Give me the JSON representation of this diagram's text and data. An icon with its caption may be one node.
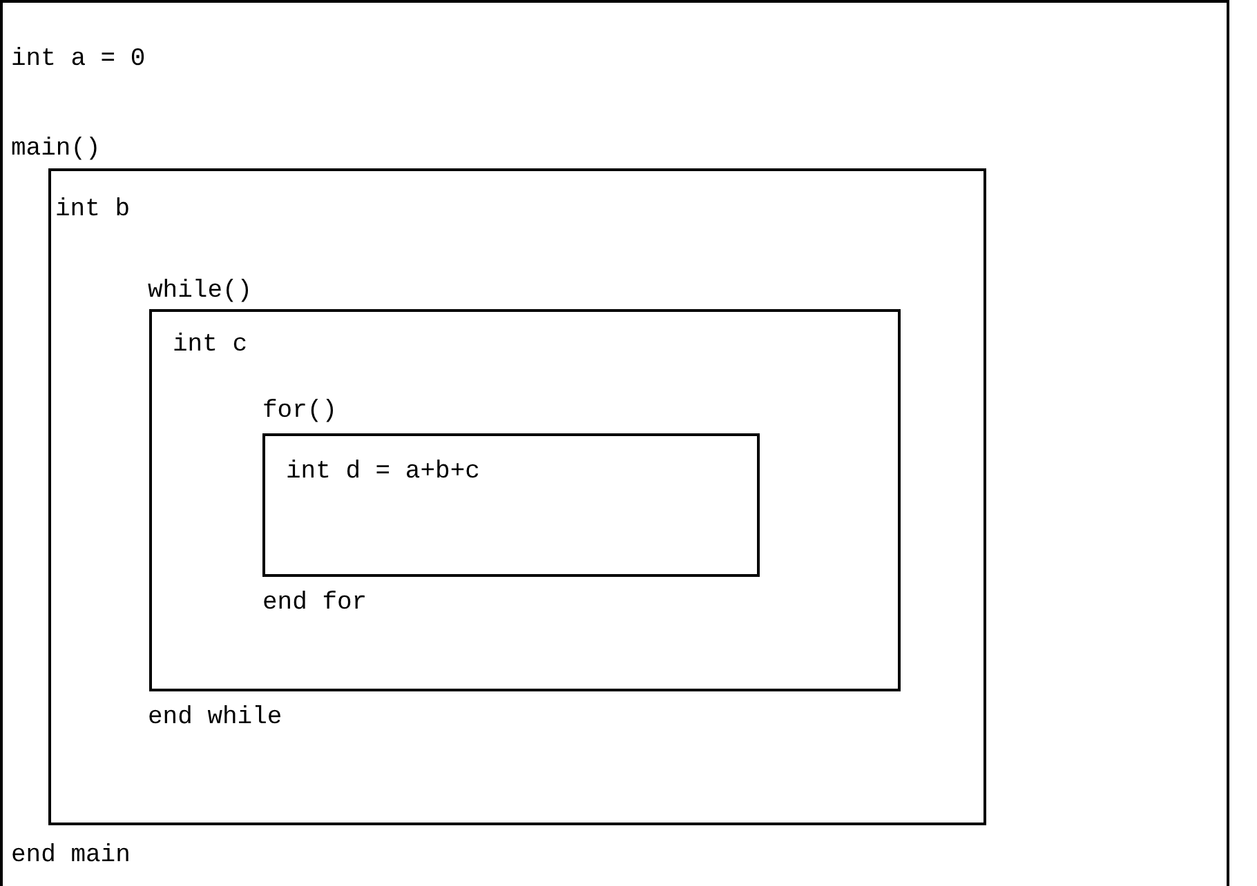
{
  "diagram": {
    "nodes": [
      {
        "text": [
          "int a = 0"
        ]
      },
      {
        "text": [
          "main()",
          "int b",
          "end main"
        ],
        "in": 0
      },
      {
        "text": [
          "while()",
          "int c",
          "end while"
        ],
        "in": 1
      },
      {
        "text": [
          "for()",
          "int d = a+b+c",
          "end for"
        ],
        "in": 2
      }
    ]
  }
}
